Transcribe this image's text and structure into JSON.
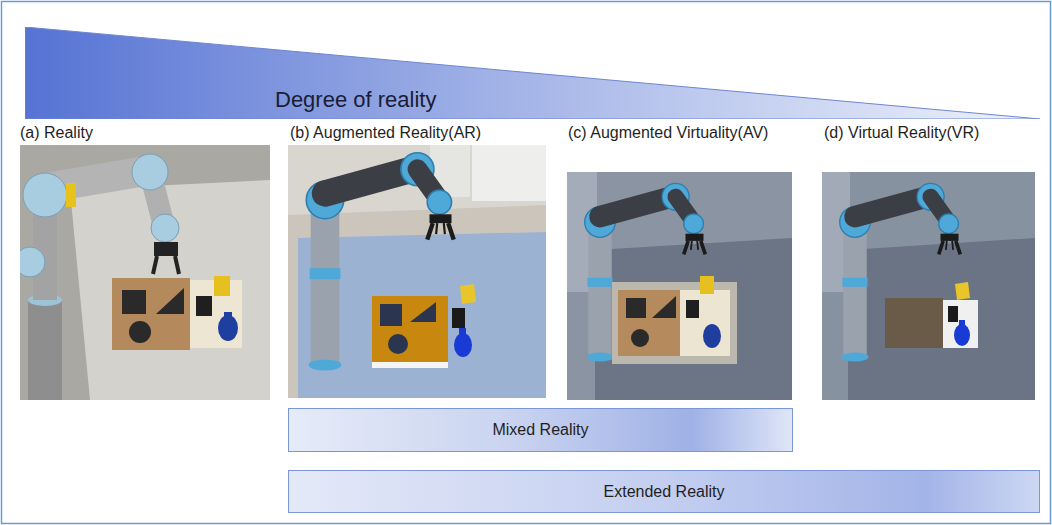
{
  "diagram": {
    "nodes": [
      {
        "text": [
          "Degree of reality"
        ]
      },
      {
        "text": [
          "(a) Reality"
        ]
      },
      {
        "text": [
          "(b) Augmented Reality(AR)"
        ]
      },
      {
        "text": [
          "(c) Augmented Virtuality(AV)"
        ]
      },
      {
        "text": [
          "(d) Virtual Reality(VR)"
        ]
      },
      {
        "text": [
          "Mixed Reality"
        ]
      },
      {
        "text": [
          "Extended Reality"
        ]
      }
    ]
  }
}
